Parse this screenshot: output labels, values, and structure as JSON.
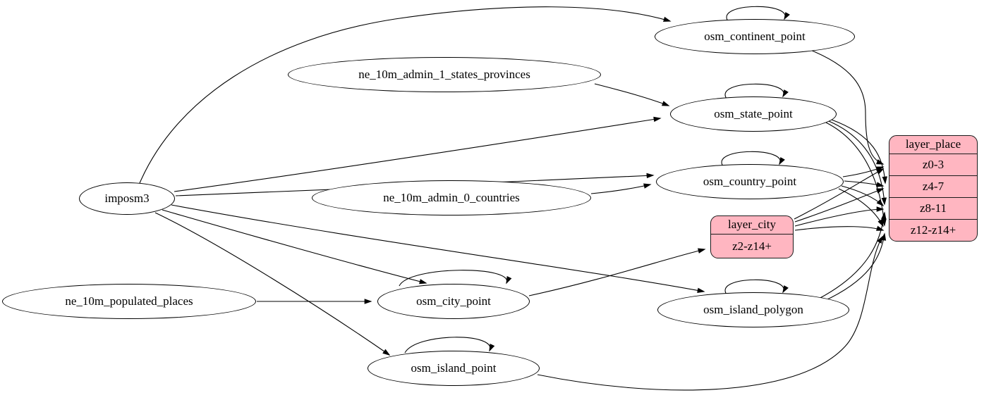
{
  "diagram": {
    "background": "#ffffff",
    "node_fill": "#ffffff",
    "node_border": "#000000",
    "record_fill": "#ffb6c1",
    "edge_color": "#000000"
  },
  "nodes": {
    "imposm3": {
      "label": "imposm3"
    },
    "ne_10m_admin_1_states_provinces": {
      "label": "ne_10m_admin_1_states_provinces"
    },
    "ne_10m_admin_0_countries": {
      "label": "ne_10m_admin_0_countries"
    },
    "ne_10m_populated_places": {
      "label": "ne_10m_populated_places"
    },
    "osm_continent_point": {
      "label": "osm_continent_point"
    },
    "osm_state_point": {
      "label": "osm_state_point"
    },
    "osm_country_point": {
      "label": "osm_country_point"
    },
    "osm_city_point": {
      "label": "osm_city_point"
    },
    "osm_island_polygon": {
      "label": "osm_island_polygon"
    },
    "osm_island_point": {
      "label": "osm_island_point"
    }
  },
  "records": {
    "layer_city": {
      "header": "layer_city",
      "rows": [
        "z2-z14+"
      ]
    },
    "layer_place": {
      "header": "layer_place",
      "rows": [
        "z0-3",
        "z4-7",
        "z8-11",
        "z12-z14+"
      ]
    }
  },
  "edges": [
    {
      "from": "imposm3",
      "to": "osm_continent_point"
    },
    {
      "from": "imposm3",
      "to": "osm_state_point"
    },
    {
      "from": "imposm3",
      "to": "osm_country_point"
    },
    {
      "from": "imposm3",
      "to": "osm_city_point"
    },
    {
      "from": "imposm3",
      "to": "osm_island_polygon"
    },
    {
      "from": "imposm3",
      "to": "osm_island_point"
    },
    {
      "from": "ne_10m_admin_1_states_provinces",
      "to": "osm_state_point"
    },
    {
      "from": "ne_10m_admin_0_countries",
      "to": "osm_country_point"
    },
    {
      "from": "ne_10m_populated_places",
      "to": "osm_city_point"
    },
    {
      "from": "osm_continent_point",
      "to": "osm_continent_point"
    },
    {
      "from": "osm_state_point",
      "to": "osm_state_point"
    },
    {
      "from": "osm_country_point",
      "to": "osm_country_point"
    },
    {
      "from": "osm_city_point",
      "to": "osm_city_point"
    },
    {
      "from": "osm_island_polygon",
      "to": "osm_island_polygon"
    },
    {
      "from": "osm_island_point",
      "to": "osm_island_point"
    },
    {
      "from": "osm_continent_point",
      "to": "layer_place",
      "port": "z0-3"
    },
    {
      "from": "osm_country_point",
      "to": "layer_place",
      "port": "z0-3"
    },
    {
      "from": "osm_country_point",
      "to": "layer_place",
      "port": "z4-7"
    },
    {
      "from": "osm_country_point",
      "to": "layer_place",
      "port": "z8-11"
    },
    {
      "from": "osm_country_point",
      "to": "layer_place",
      "port": "z12-z14+"
    },
    {
      "from": "osm_state_point",
      "to": "layer_place",
      "port": "z4-7"
    },
    {
      "from": "osm_state_point",
      "to": "layer_place",
      "port": "z8-11"
    },
    {
      "from": "osm_state_point",
      "to": "layer_place",
      "port": "z12-z14+"
    },
    {
      "from": "osm_city_point",
      "to": "layer_city",
      "port": "z2-z14+"
    },
    {
      "from": "layer_city",
      "to": "layer_place",
      "port": "z0-3"
    },
    {
      "from": "layer_city",
      "to": "layer_place",
      "port": "z4-7"
    },
    {
      "from": "layer_city",
      "to": "layer_place",
      "port": "z8-11"
    },
    {
      "from": "layer_city",
      "to": "layer_place",
      "port": "z12-z14+"
    },
    {
      "from": "osm_island_polygon",
      "to": "layer_place",
      "port": "z8-11"
    },
    {
      "from": "osm_island_polygon",
      "to": "layer_place",
      "port": "z12-z14+"
    },
    {
      "from": "osm_island_point",
      "to": "layer_place",
      "port": "z12-z14+"
    }
  ]
}
